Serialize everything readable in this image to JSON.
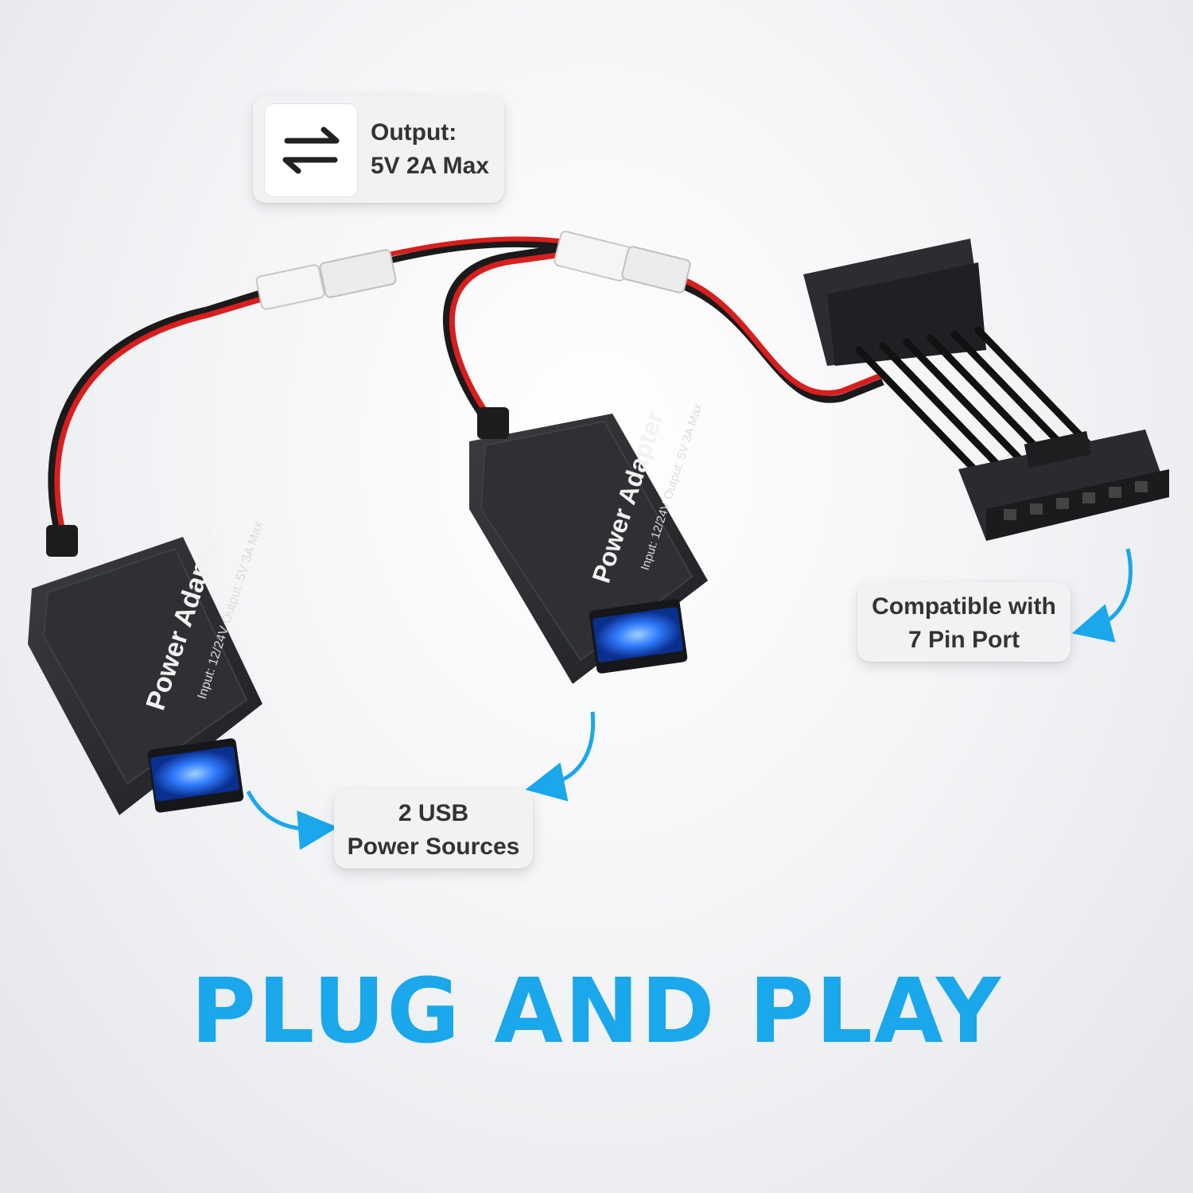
{
  "colors": {
    "accent": "#1aa7ec",
    "callout_bg": "#f1f2f4",
    "wire_red": "#d81e1e",
    "wire_black": "#1a1a1a",
    "device_body": "#2b2d30",
    "usb_glow": "#2f7bff"
  },
  "callouts": {
    "output": {
      "icon": "exchange-arrows-icon",
      "line1": "Output:",
      "line2": "5V 2A Max"
    },
    "usb": {
      "line1": "2 USB",
      "line2": "Power Sources"
    },
    "pin": {
      "line1": "Compatible with",
      "line2": "7 Pin Port"
    }
  },
  "devices": [
    {
      "title": "Power Adapter",
      "spec": "Input: 12/24V Output: 5V 3A Max"
    },
    {
      "title": "Power Adapter",
      "spec": "Input: 12/24V Output: 5V 3A Max"
    }
  ],
  "headline": "PLUG AND PLAY"
}
